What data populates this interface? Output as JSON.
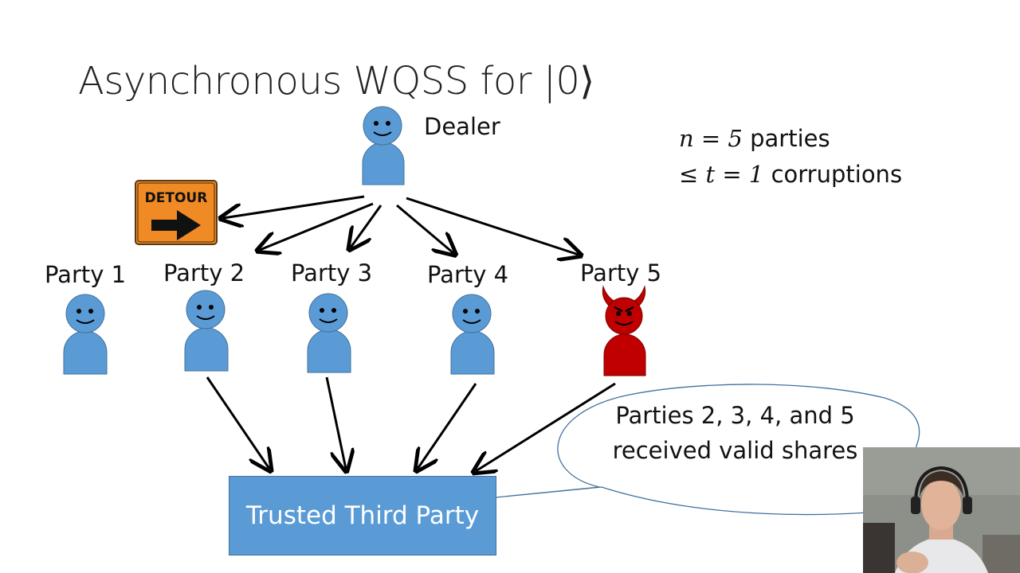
{
  "slide": {
    "title": "Asynchronous WQSS for |0⟩"
  },
  "dealer": {
    "label": "Dealer"
  },
  "params": {
    "line1_math": "n = 5",
    "line1_text": " parties",
    "line2_math": "≤ t = 1",
    "line2_text": " corruptions"
  },
  "detour_sign": {
    "label": "DETOUR"
  },
  "parties": [
    {
      "label": "Party 1",
      "status": "honest",
      "color": "#5b9bd5"
    },
    {
      "label": "Party 2",
      "status": "honest",
      "color": "#5b9bd5"
    },
    {
      "label": "Party 3",
      "status": "honest",
      "color": "#5b9bd5"
    },
    {
      "label": "Party 4",
      "status": "honest",
      "color": "#5b9bd5"
    },
    {
      "label": "Party 5",
      "status": "corrupted",
      "color": "#c00000"
    }
  ],
  "trusted_third_party": {
    "label": "Trusted Third Party",
    "color": "#5b9bd5"
  },
  "speech_bubble": {
    "text": "Parties 2, 3, 4, and 5 received valid shares"
  },
  "colors": {
    "honest": "#5b9bd5",
    "corrupted": "#c00000",
    "detour": "#f08a24"
  }
}
